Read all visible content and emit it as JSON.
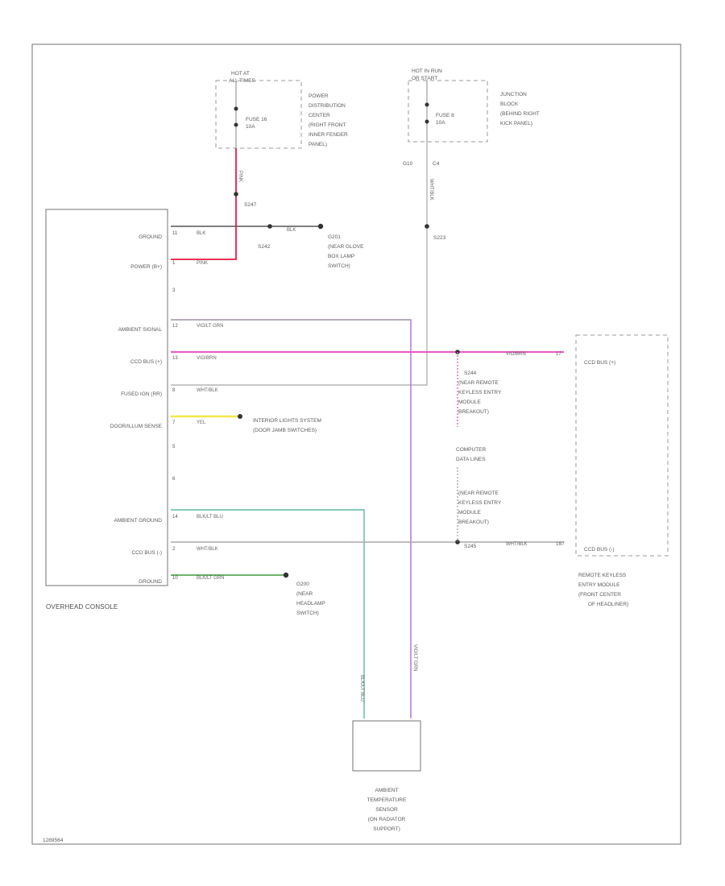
{
  "figure_id": "1289564",
  "colors": {
    "pink": "#e65fc8",
    "red": "#e8345a",
    "grey_wire": "#a8a8a8",
    "dark_wire": "#555555",
    "violet": "#b06ad8",
    "yellow": "#f2e84a",
    "teal": "#5bb8a8",
    "green": "#3a9a3a"
  },
  "power_sources": [
    {
      "hot": "HOT AT",
      "hot2": "ALL TIMES",
      "fuse": "FUSE 16",
      "amp": "10A",
      "desc": [
        "POWER",
        "DISTRIBUTION",
        "CENTER",
        "(RIGHT FRONT",
        "INNER FENDER",
        "PANEL)"
      ],
      "wire": "PINK",
      "splice": "S247"
    },
    {
      "hot": "HOT IN RUN",
      "hot2": "OR START",
      "fuse": "FUSE 8",
      "amp": "10A",
      "desc": [
        "JUNCTION",
        "BLOCK",
        "(BEHIND RIGHT",
        "KICK PANEL)"
      ],
      "wire": "WHT/BLK",
      "splice": "S223",
      "conn_left": "G10",
      "conn_right": "C4"
    }
  ],
  "overhead": {
    "name": "OVERHEAD CONSOLE",
    "pins": [
      {
        "label": "GROUND",
        "num": "11",
        "wire": "BLK"
      },
      {
        "label": "POWER (B+)",
        "num": "1",
        "wire": "PINK"
      },
      {
        "label": "",
        "num": "3",
        "wire": ""
      },
      {
        "label": "AMBIENT SIGNAL",
        "num": "12",
        "wire": "VIO/LT GRN"
      },
      {
        "label": "CCD BUS (+)",
        "num": "13",
        "wire": "VIO/BRN"
      },
      {
        "label": "FUSED IGN (RR)",
        "num": "8",
        "wire": "WHT/BLK"
      },
      {
        "label": "DOOR/ILLUM SENSE",
        "num": "7",
        "wire": "YEL"
      },
      {
        "label": "",
        "num": "5",
        "wire": ""
      },
      {
        "label": "",
        "num": "6",
        "wire": ""
      },
      {
        "label": "AMBIENT GROUND",
        "num": "14",
        "wire": "BLK/LT BLU"
      },
      {
        "label": "CCD BUS (-)",
        "num": "2",
        "wire": "WHT/BLK"
      },
      {
        "label": "GROUND",
        "num": "10",
        "wire": "BLK/LT GRN"
      }
    ]
  },
  "g_labels": {
    "s242": "S242",
    "g201": "G201",
    "g201_desc": [
      "(NEAR GLOVE",
      "BOX LAMP",
      "SWITCH)"
    ],
    "wire_blk": "BLK",
    "g200": "G200",
    "g200_desc": [
      "(NEAR",
      "HEADLAMP",
      "SWITCH)"
    ]
  },
  "interior": {
    "line1": "INTERIOR LIGHTS SYSTEM",
    "line2": "(DOOR JAMB SWITCHES)"
  },
  "remote": {
    "s244": "S244",
    "s244_desc": [
      "(NEAR REMOTE",
      "KEYLESS ENTRY",
      "MODULE",
      "BREAKOUT)"
    ],
    "data_line": [
      "COMPUTER",
      "DATA LINES"
    ],
    "s245_desc": [
      "(NEAR REMOTE",
      "KEYLESS ENTRY",
      "MODULE",
      "BREAKOUT)"
    ],
    "s245": "S245",
    "bus_pos": "CCD BUS (+)",
    "bus_neg": "CCD BUS (-)",
    "wire_pos": "VIO/BRN",
    "wire_neg": "WHT/BLK",
    "pin_pos": "17",
    "pin_neg": "1B7",
    "name": [
      "REMOTE KEYLESS",
      "ENTRY MODULE",
      "(FRONT CENTER",
      "OF HEADLINER)"
    ]
  },
  "sensor": {
    "name": [
      "AMBIENT",
      "TEMPERATURE",
      "SENSOR",
      "(ON RADIATOR",
      "SUPPORT)"
    ],
    "wire_left": "BLK/LT BLU",
    "wire_right": "VIO/LT GRN"
  }
}
